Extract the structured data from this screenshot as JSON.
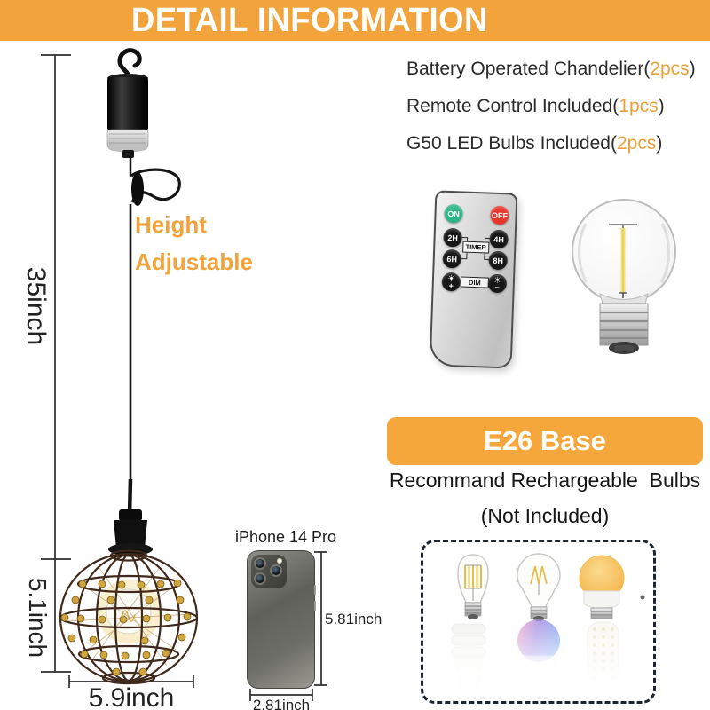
{
  "title_banner": {
    "text": "DETAIL INFORMATION"
  },
  "included_list": [
    {
      "prefix": "Battery Operated Chandelier(",
      "qty": "2pcs",
      "suffix": ")"
    },
    {
      "prefix": "Remote Control Included(",
      "qty": "1pcs",
      "suffix": ")"
    },
    {
      "prefix": "G50 LED Bulbs Included(",
      "qty": "2pcs",
      "suffix": ")"
    }
  ],
  "height_adjustable": {
    "line1": "Height",
    "line2": "Adjustable"
  },
  "dimensions": {
    "overall_height": "35inch",
    "shade_height": "5.1inch",
    "shade_width": "5.9inch"
  },
  "remote": {
    "on": "ON",
    "off": "OFF",
    "timer": "TIMER",
    "dim": "DIM",
    "timer_buttons": [
      "2H",
      "4H",
      "6H",
      "8H"
    ],
    "sun": "☀",
    "plus": "+",
    "minus": "−"
  },
  "e26": {
    "banner": "E26 Base",
    "recommend_line": "Recommand Rechargeable  Bulbs",
    "not_included": "(Not Included)"
  },
  "phone": {
    "label": "iPhone 14 Pro",
    "height": "5.81inch",
    "width": "2.81inch"
  },
  "colors": {
    "accent_orange": "#F2A33C",
    "qty_orange": "#E9A13C",
    "dashed_border": "#1C2633",
    "remote_on_green": "#2EB487",
    "remote_off_red": "#E8352B"
  }
}
